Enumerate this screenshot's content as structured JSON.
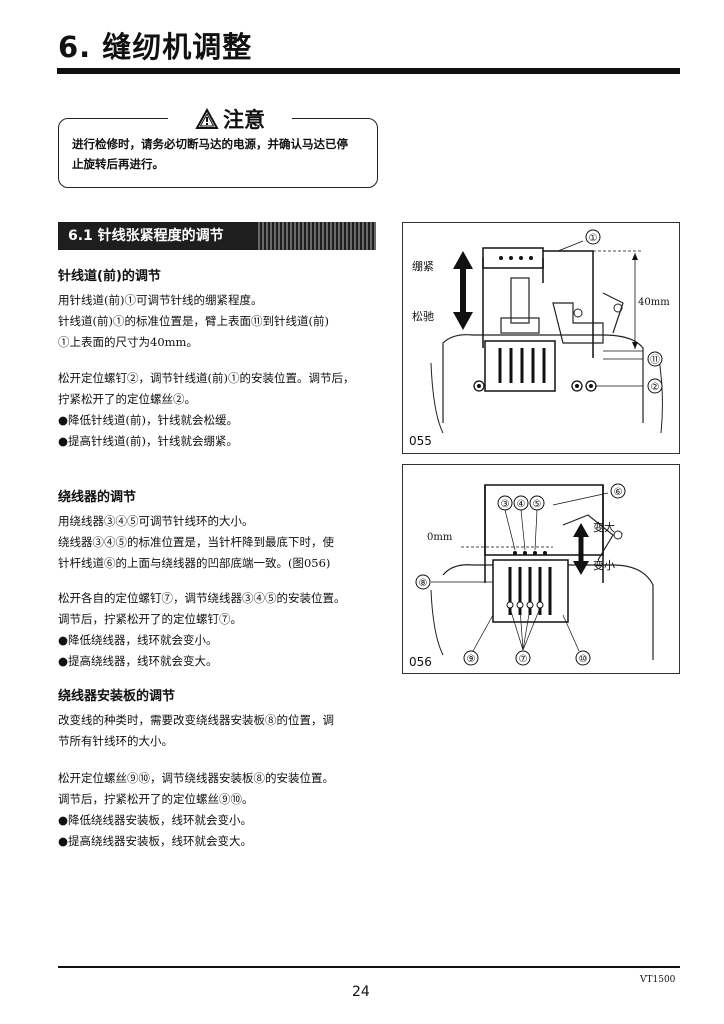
{
  "header": {
    "title": "6. 缝纫机调整"
  },
  "caution": {
    "label": "注意",
    "icon": "warning-triangle-icon",
    "lines": [
      "进行检修时，请务必切断马达的电源，并确认马达已停",
      "止旋转后再进行。"
    ]
  },
  "section": {
    "title": "6.1 针线张紧程度的调节"
  },
  "needle_guide": {
    "heading": "针线道(前)的调节",
    "lines": [
      "用针线道(前)①可调节针线的绷紧程度。",
      "针线道(前)①的标准位置是，臂上表面⑪到针线道(前)",
      "①上表面的尺寸为40mm。"
    ],
    "lines2": [
      "松开定位螺钉②，调节针线道(前)①的安装位置。调节后，",
      "拧紧松开了的定位螺丝②。"
    ],
    "bullets": [
      "●降低针线道(前)，针线就会松缓。",
      "●提高针线道(前)，针线就会绷紧。"
    ]
  },
  "looper": {
    "heading": "绕线器的调节",
    "lines": [
      "用绕线器③④⑤可调节针线环的大小。",
      "绕线器③④⑤的标准位置是，当针杆降到最底下时，使",
      "针杆线道⑥的上面与绕线器的凹部底端一致。(图056)"
    ],
    "lines2": [
      "松开各自的定位螺钉⑦，调节绕线器③④⑤的安装位置。",
      "调节后，拧紧松开了的定位螺钉⑦。"
    ],
    "bullets": [
      "●降低绕线器，线环就会变小。",
      "●提高绕线器，线环就会变大。"
    ]
  },
  "looper_plate": {
    "heading": "绕线器安装板的调节",
    "lines": [
      "改变线的种类时，需要改变绕线器安装板⑧的位置，调",
      "节所有针线环的大小。"
    ],
    "lines2": [
      "松开定位螺丝⑨⑩，调节绕线器安装板⑧的安装位置。",
      "调节后，拧紧松开了的定位螺丝⑨⑩。"
    ],
    "bullets": [
      "●降低绕线器安装板，线环就会变小。",
      "●提高绕线器安装板，线环就会变大。"
    ]
  },
  "fig055": {
    "number": "055",
    "tight": "绷紧",
    "loose": "松驰",
    "dim": "40mm",
    "c1": "①",
    "c2": "②",
    "c11": "⑪"
  },
  "fig056": {
    "number": "056",
    "bigger": "变大",
    "smaller": "变小",
    "zero": "0mm",
    "c3": "③",
    "c4": "④",
    "c5": "⑤",
    "c6": "⑥",
    "c7": "⑦",
    "c8": "⑧",
    "c9": "⑨",
    "c10": "⑩"
  },
  "footer": {
    "page": "24",
    "model": "VT1500"
  }
}
